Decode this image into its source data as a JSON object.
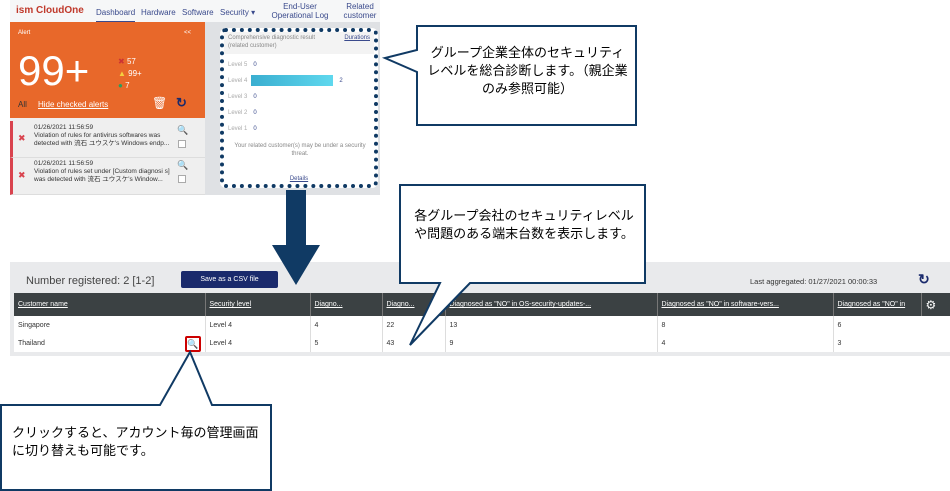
{
  "nav": {
    "logo": "ism CloudOne",
    "items": [
      "Dashboard",
      "Hardware",
      "Software",
      "Security ▾",
      "End-User Operational Log",
      "Related customer"
    ]
  },
  "alert": {
    "title": "Alert",
    "collapse": "<<",
    "count": "99+",
    "errors": "57",
    "warnings": "99+",
    "info": "7",
    "all": "All",
    "hide_checked": "Hide checked alerts",
    "items": [
      {
        "time": "01/26/2021 11:56:59",
        "text": "Violation of rules for antivirus softwares was detected with 流石 ユウスケ's Windows endp..."
      },
      {
        "time": "01/26/2021 11:56:59",
        "text": "Violation of rules set under [Custom diagnosi s] was detected with 流石 ユウスケ's Window..."
      }
    ]
  },
  "diag": {
    "title": "Comprehensive diagnostic result (related customer)",
    "durations": "Durations",
    "levels": [
      {
        "label": "Level 5",
        "value": 0
      },
      {
        "label": "Level 4",
        "value": 2
      },
      {
        "label": "Level 3",
        "value": 0
      },
      {
        "label": "Level 2",
        "value": 0
      },
      {
        "label": "Level 1",
        "value": 0
      }
    ],
    "message": "Your related customer(s) may be under a security threat.",
    "details": "Details"
  },
  "list": {
    "registered": "Number registered: 2  [1-2]",
    "csv": "Save as a CSV file",
    "last": "Last aggregated: 01/27/2021 00:00:33",
    "columns": [
      "Customer name",
      "Security level",
      "Diagno...",
      "Diagno...",
      "Diagnosed as \"NO\" in OS-security-updates-...",
      "Diagnosed as \"NO\" in software-vers...",
      "Diagnosed as \"NO\" in"
    ],
    "rows": [
      [
        "Singapore",
        "Level 4",
        "4",
        "22",
        "13",
        "8",
        "6"
      ],
      [
        "Thailand",
        "Level 4",
        "5",
        "43",
        "9",
        "4",
        "3"
      ]
    ]
  },
  "callouts": {
    "c1": "グループ企業全体のセキュリティレベルを総合診断します。（親企業のみ参照可能）",
    "c2": "各グループ会社のセキュリティレベルや問題のある端末台数を表示します。",
    "c3": "クリックすると、アカウント毎の管理画面に切り替えも可能です。"
  },
  "colors": {
    "navy": "#103a64",
    "orange": "#e8682a",
    "header": "#3b4143"
  }
}
